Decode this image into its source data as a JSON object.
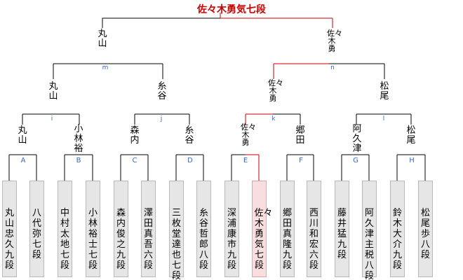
{
  "title": "佐々木勇気七段",
  "colors": {
    "line": "#000000",
    "win_line": "#cc0000",
    "label": "#3366cc",
    "player_box": "#e6e6e6",
    "winner_box": "#f8dede"
  },
  "players": [
    {
      "name": "丸山忠久九段"
    },
    {
      "name": "八代　弥七段"
    },
    {
      "name": "中村太地七段"
    },
    {
      "name": "小林裕士七段"
    },
    {
      "name": "森内俊之九段"
    },
    {
      "name": "澤田真吾六段"
    },
    {
      "name": "三枚堂達也七段"
    },
    {
      "name": "糸谷哲郎八段"
    },
    {
      "name": "深浦康市九段"
    },
    {
      "name": "佐々木勇気七段"
    },
    {
      "name": "郷田真隆九段"
    },
    {
      "name": "西川和宏六段"
    },
    {
      "name": "藤井　猛九段"
    },
    {
      "name": "阿久津主税八段"
    },
    {
      "name": "鈴木大介九段"
    },
    {
      "name": "松尾　歩八段"
    }
  ],
  "round1": [
    {
      "label": "A",
      "winner": "丸山"
    },
    {
      "label": "B",
      "winner": "小林裕"
    },
    {
      "label": "C",
      "winner": "森内"
    },
    {
      "label": "D",
      "winner": "糸谷"
    },
    {
      "label": "E",
      "winner": "佐々木勇"
    },
    {
      "label": "F",
      "winner": "郷田"
    },
    {
      "label": "G",
      "winner": "阿久津"
    },
    {
      "label": "H",
      "winner": "松尾"
    }
  ],
  "round2": [
    {
      "label": "i",
      "winner": "丸山"
    },
    {
      "label": "j",
      "winner": "糸谷"
    },
    {
      "label": "k",
      "winner": "佐々木勇"
    },
    {
      "label": "l",
      "winner": "松尾"
    }
  ],
  "round3": [
    {
      "label": "m",
      "winner": "丸山"
    },
    {
      "label": "n",
      "winner": "佐々木勇"
    }
  ]
}
